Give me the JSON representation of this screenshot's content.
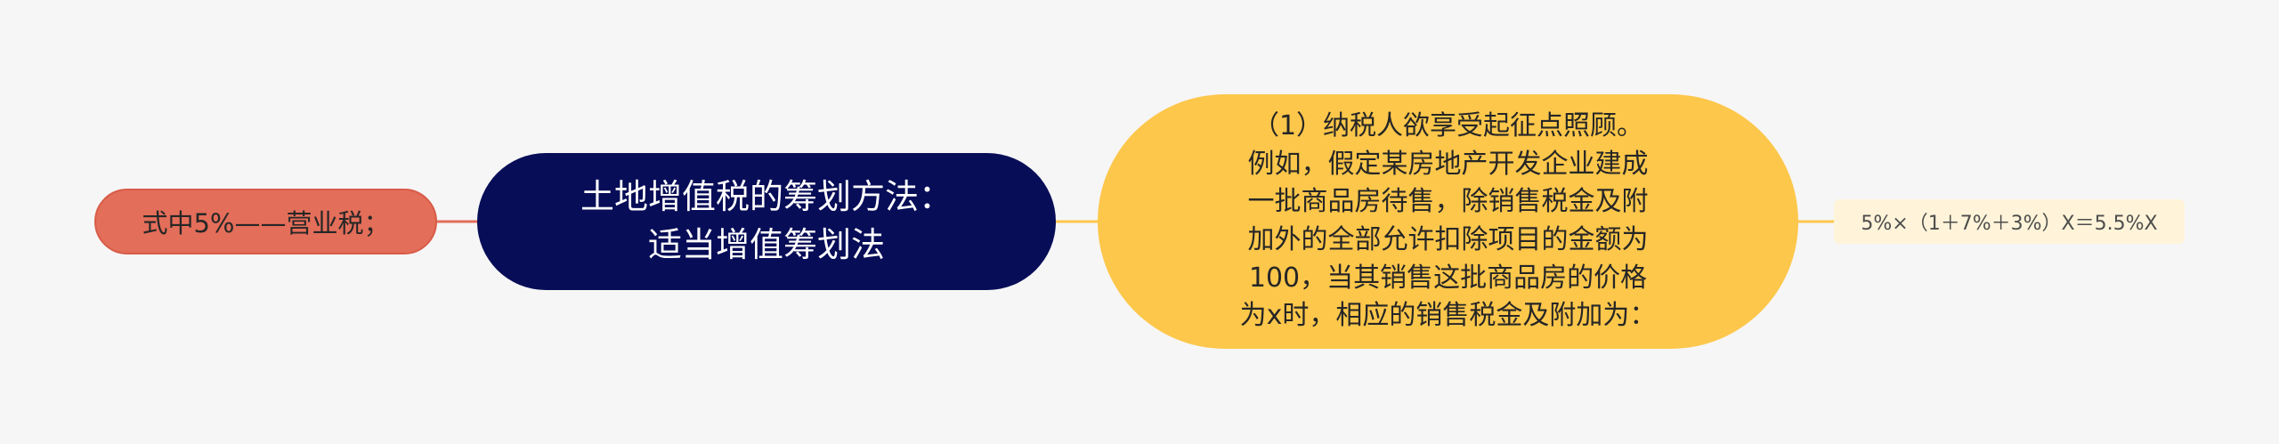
{
  "mindmap": {
    "root": {
      "lines": [
        "土地增值税的筹划方法：",
        "适当增值筹划法"
      ]
    },
    "left_child": {
      "text": "式中5%——营业税；"
    },
    "right_child": {
      "lines": [
        "（1）纳税人欲享受起征点照顾。",
        "例如，假定某房地产开发企业建成",
        "一批商品房待售，除销售税金及附",
        "加外的全部允许扣除项目的金额为",
        "100，当其销售这批商品房的价格",
        "为x时，相应的销售税金及附加为："
      ]
    },
    "leaf": {
      "text": "5%×（1＋7%＋3%）X＝5.5%X"
    },
    "colors": {
      "root": "#070d57",
      "left": "#e36e5a",
      "right": "#fdc74b",
      "leaf": "#fff4d9",
      "background": "#f6f6f7"
    }
  }
}
